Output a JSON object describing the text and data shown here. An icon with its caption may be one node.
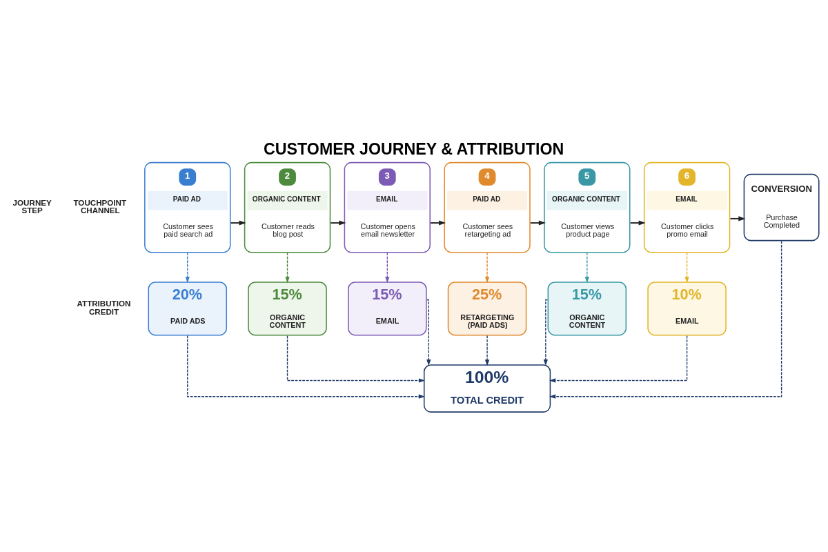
{
  "diagram": {
    "title": "CUSTOMER JOURNEY & ATTRIBUTION",
    "nodes": [
      {
        "text": [
          "1",
          "PAID AD",
          "Customer sees paid search ad"
        ]
      },
      {
        "text": [
          "2",
          "ORGANIC CONTENT",
          "Customer reads blog post"
        ]
      },
      {
        "text": [
          "3",
          "EMAIL",
          "Customer opens email newsletter"
        ]
      },
      {
        "text": [
          "4",
          "PAID AD",
          "Customer sees retargeting ad"
        ]
      },
      {
        "text": [
          "5",
          "ORGANIC CONTENT",
          "Customer views product page"
        ]
      },
      {
        "text": [
          "6",
          "EMAIL",
          "Customer clicks promo email"
        ]
      },
      {
        "text": [
          "CONVERSION",
          "Purchase Completed"
        ]
      },
      {
        "text": [
          "20%",
          "PAID ADS"
        ]
      },
      {
        "text": [
          "15%",
          "ORGANIC CONTENT"
        ]
      },
      {
        "text": [
          "15%",
          "EMAIL"
        ]
      },
      {
        "text": [
          "25%",
          "RETARGETING (PAID ADS)"
        ]
      },
      {
        "text": [
          "15%",
          "ORGANIC CONTENT"
        ]
      },
      {
        "text": [
          "10%",
          "EMAIL"
        ]
      },
      {
        "text": [
          "100%",
          "TOTAL CREDIT"
        ]
      }
    ],
    "edges": [
      {
        "from": 0,
        "to": 1,
        "arrow": "to"
      },
      {
        "from": 1,
        "to": 2,
        "arrow": "to"
      },
      {
        "from": 2,
        "to": 3,
        "arrow": "to"
      },
      {
        "from": 3,
        "to": 4,
        "arrow": "to"
      },
      {
        "from": 4,
        "to": 5,
        "arrow": "to"
      },
      {
        "from": 5,
        "to": 6,
        "arrow": "to"
      },
      {
        "from": 0,
        "to": 7,
        "arrow": "to",
        "style": "dashed",
        "color": "#3a7fcf"
      },
      {
        "from": 1,
        "to": 8,
        "arrow": "to",
        "style": "dashed",
        "color": "#4e8a3e"
      },
      {
        "from": 2,
        "to": 9,
        "arrow": "to",
        "style": "dashed",
        "color": "#7b5bb6"
      },
      {
        "from": 3,
        "to": 10,
        "arrow": "to",
        "style": "dashed",
        "color": "#e08a2e"
      },
      {
        "from": 4,
        "to": 11,
        "arrow": "to",
        "style": "dashed",
        "color": "#3a98a6"
      },
      {
        "from": 5,
        "to": 12,
        "arrow": "to",
        "style": "dashed",
        "color": "#e3b52a"
      },
      {
        "from": 7,
        "to": 13,
        "arrow": "to",
        "style": "dashed",
        "color": "#1f3a68"
      },
      {
        "from": 8,
        "to": 13,
        "arrow": "to",
        "style": "dashed",
        "color": "#1f3a68"
      },
      {
        "from": 9,
        "to": 13,
        "arrow": "to",
        "style": "dashed",
        "color": "#1f3a68"
      },
      {
        "from": 10,
        "to": 13,
        "arrow": "to",
        "style": "dashed",
        "color": "#1f3a68"
      },
      {
        "from": 11,
        "to": 13,
        "arrow": "to",
        "style": "dashed",
        "color": "#1f3a68"
      },
      {
        "from": 12,
        "to": 13,
        "arrow": "to",
        "style": "dashed",
        "color": "#1f3a68"
      },
      {
        "from": 6,
        "to": 13,
        "arrow": "to",
        "style": "dashed",
        "color": "#1f3a68"
      }
    ],
    "labels": [
      "JOURNEY STEP",
      "TOUCHPOINT CHANNEL",
      "ATTRIBUTION CREDIT"
    ]
  }
}
